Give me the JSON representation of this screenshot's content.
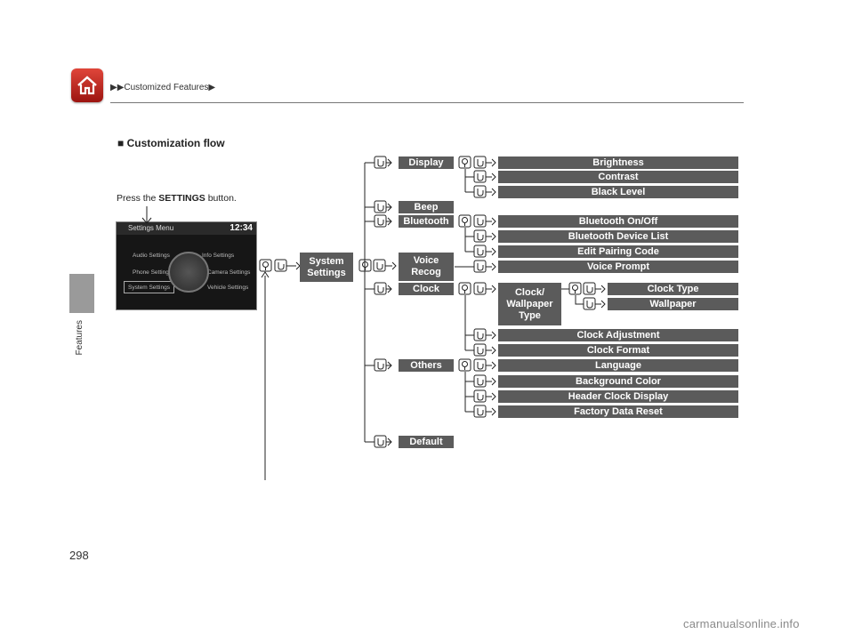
{
  "header": {
    "breadcrumb": "▶▶Customized Features▶",
    "home_icon": "home-icon"
  },
  "side": {
    "label": "Features"
  },
  "section_title": "■ Customization flow",
  "instruction": {
    "before": "Press the ",
    "button": "SETTINGS",
    "after": " button."
  },
  "screen": {
    "title": "Settings Menu",
    "time": "12:34",
    "items": [
      "Audio Settings",
      "Info Settings",
      "Phone Settings",
      "Camera Settings",
      "System Settings",
      "Vehicle Settings"
    ]
  },
  "flow": {
    "root": "System\nSettings",
    "level1": [
      "Display",
      "Beep",
      "Bluetooth",
      "Voice\nRecog",
      "Clock",
      "Others",
      "Default"
    ],
    "display_items": [
      "Brightness",
      "Contrast",
      "Black Level"
    ],
    "bluetooth_items": [
      "Bluetooth On/Off",
      "Bluetooth Device List",
      "Edit Pairing Code"
    ],
    "voice_items": [
      "Voice Prompt"
    ],
    "clock_sub": "Clock/\nWallpaper\nType",
    "clock_sub_items": [
      "Clock Type",
      "Wallpaper"
    ],
    "clock_items": [
      "Clock Adjustment",
      "Clock Format"
    ],
    "others_items": [
      "Language",
      "Background Color",
      "Header Clock Display",
      "Factory Data Reset"
    ]
  },
  "page_number": "298",
  "watermark": "carmanualsonline.info",
  "colors": {
    "box": "#5b5b5b",
    "home": "#c8261d"
  }
}
